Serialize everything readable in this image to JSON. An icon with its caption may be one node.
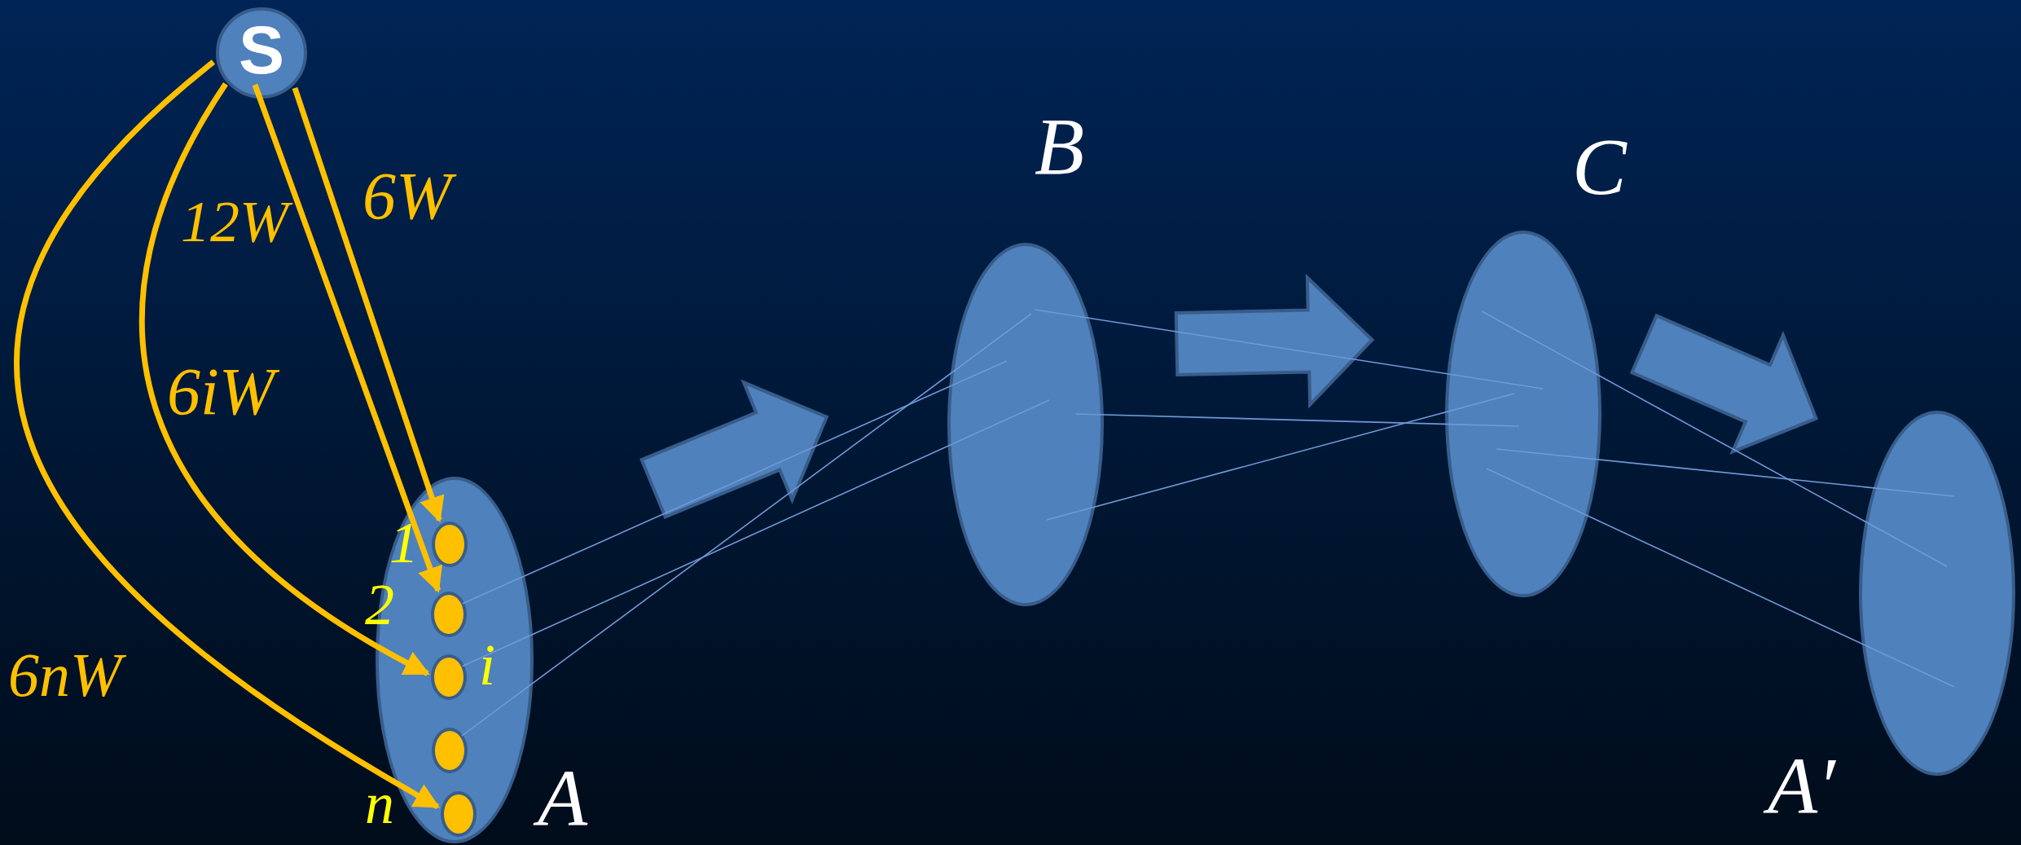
{
  "diagram": {
    "nodes": [
      {
        "text": [
          "S"
        ]
      },
      {
        "text": [],
        "shape": "ellipse",
        "beside": [
          "A"
        ]
      },
      {
        "text": [],
        "shape": "circle",
        "in": 1,
        "beside": [
          "1"
        ]
      },
      {
        "text": [],
        "shape": "circle",
        "in": 1,
        "beside": [
          "2"
        ]
      },
      {
        "text": [],
        "shape": "circle",
        "in": 1,
        "beside": [
          "i"
        ]
      },
      {
        "text": [],
        "shape": "circle",
        "in": 1
      },
      {
        "text": [],
        "shape": "circle",
        "in": 1,
        "beside": [
          "n"
        ]
      },
      {
        "text": [],
        "shape": "ellipse",
        "beside": [
          "B"
        ]
      },
      {
        "text": [],
        "shape": "ellipse",
        "beside": [
          "C"
        ]
      },
      {
        "text": [],
        "shape": "ellipse",
        "beside": [
          "A′"
        ]
      }
    ],
    "edges": [
      {
        "from": 0,
        "to": 2,
        "arrow": "to",
        "label": "6W",
        "style": "thick",
        "color": "#ffc000"
      },
      {
        "from": 0,
        "to": 3,
        "arrow": "to",
        "label": "12W",
        "style": "thick",
        "color": "#ffc000"
      },
      {
        "from": 0,
        "to": 4,
        "arrow": "to",
        "label": "6iW",
        "style": "thick",
        "color": "#ffc000"
      },
      {
        "from": 0,
        "to": 6,
        "arrow": "to",
        "label": "6nW",
        "style": "thick",
        "color": "#ffc000"
      },
      {
        "from": 1,
        "to": 7,
        "arrow": "to",
        "style": "thick",
        "color": "#4f81bd"
      },
      {
        "from": 7,
        "to": 8,
        "arrow": "to",
        "style": "thick",
        "color": "#4f81bd"
      },
      {
        "from": 8,
        "to": 9,
        "arrow": "to",
        "style": "thick",
        "color": "#4f81bd"
      },
      {
        "from": 3,
        "to": 7,
        "arrow": "none"
      },
      {
        "from": 5,
        "to": 7,
        "arrow": "none"
      },
      {
        "from": 4,
        "to": 7,
        "arrow": "none"
      },
      {
        "from": 7,
        "to": 8,
        "arrow": "none"
      },
      {
        "from": 7,
        "to": 8,
        "arrow": "none"
      },
      {
        "from": 7,
        "to": 8,
        "arrow": "none"
      },
      {
        "from": 8,
        "to": 9,
        "arrow": "none"
      },
      {
        "from": 8,
        "to": 9,
        "arrow": "none"
      },
      {
        "from": 8,
        "to": 9,
        "arrow": "none"
      }
    ]
  }
}
